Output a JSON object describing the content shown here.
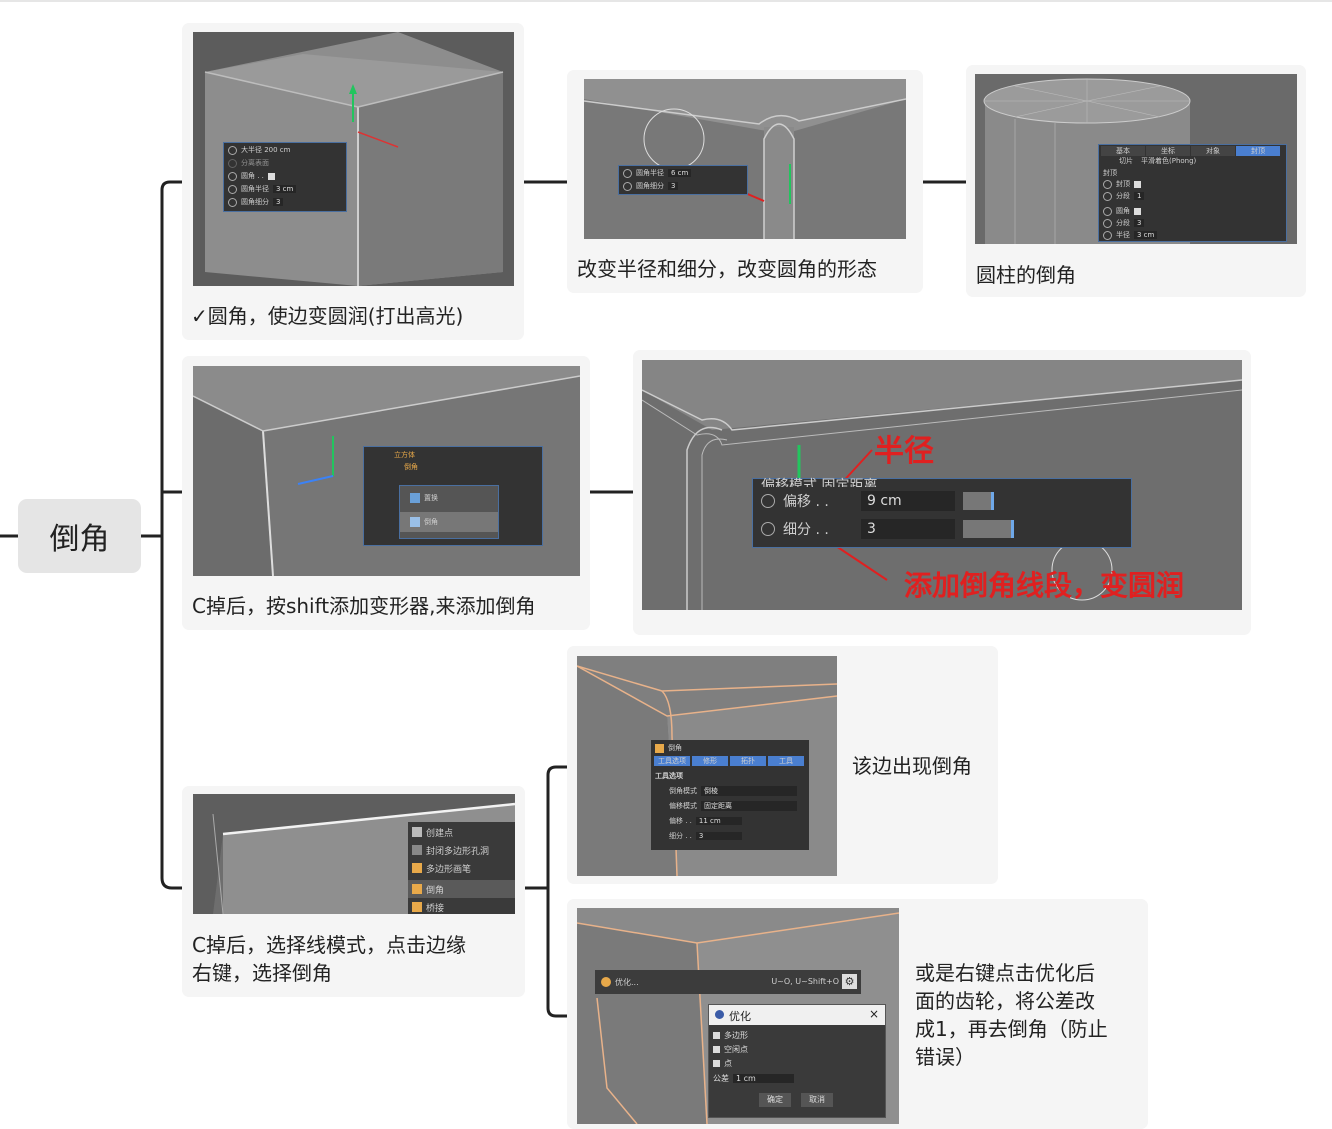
{
  "root": {
    "label": "倒角"
  },
  "cards": {
    "c1": {
      "caption": "✓圆角，使边变圆润(打出高光)",
      "panel": {
        "row0": "大半径 200 cm",
        "row1": "分离表面",
        "row2": "圆角 . .",
        "row3_label": "圆角半径",
        "row3_val": "3 cm",
        "row4_label": "圆角细分",
        "row4_val": "3"
      }
    },
    "c2": {
      "caption": "改变半径和细分，改变圆角的形态",
      "panel": {
        "row1_label": "圆角半径",
        "row1_val": "6 cm",
        "row2_label": "圆角细分",
        "row2_val": "3"
      }
    },
    "c3": {
      "caption": "圆柱的倒角",
      "panel": {
        "tabs": [
          "基本",
          "坐标",
          "对象",
          "封顶"
        ],
        "tabs2": [
          "切片",
          "平滑着色(Phong)"
        ],
        "section": "封顶",
        "r1": "封顶",
        "r2_label": "分段",
        "r2_val": "1",
        "r3": "圆角",
        "r4_label": "分段",
        "r4_val": "3",
        "r5_label": "半径",
        "r5_val": "3 cm"
      }
    },
    "c4": {
      "caption": "C掉后，按shift添加变形器,来添加倒角",
      "panel": {
        "obj1": "立方体",
        "obj2": "倒角",
        "menu1": "置换",
        "menu2": "倒角"
      }
    },
    "c5": {
      "panel": {
        "row0": "偏移模式  固定距离",
        "row1_label": "偏移 . .",
        "row1_val": "9 cm",
        "row2_label": "细分 . .",
        "row2_val": "3"
      },
      "annot1": "半径",
      "annot2": "添加倒角线段，变圆润"
    },
    "c6": {
      "caption": "C掉后，选择线模式，点击边缘\n右键，选择倒角",
      "menu": [
        "创建点",
        "封闭多边形孔洞",
        "多边形画笔",
        "倒角",
        "桥接"
      ]
    },
    "c7": {
      "caption": "该边出现倒角",
      "panel": {
        "title": "倒角",
        "tabs": [
          "工具选项",
          "修形",
          "拓扑",
          "工具"
        ],
        "section": "工具选项",
        "r1_label": "倒角模式",
        "r1_val": "倒棱",
        "r2_label": "偏移模式",
        "r2_val": "固定距离",
        "r3_label": "偏移 . .",
        "r3_val": "11 cm",
        "r4_label": "细分 . .",
        "r4_val": "3"
      }
    },
    "c8": {
      "caption": "或是右键点击优化后\n面的齿轮，将公差改\n成1，再去倒角（防止\n错误）",
      "menu_item": "优化...",
      "shortcut": "U~O, U~Shift+O",
      "dialog": {
        "title": "优化",
        "c1": "多边形",
        "c2": "空闲点",
        "c3": "点",
        "tol_label": "公差",
        "tol_val": "1 cm",
        "ok": "确定",
        "cancel": "取消"
      }
    }
  },
  "colors": {
    "card_bg": "#f5f5f5",
    "root_bg": "#e5e5e5",
    "connector": "#222222",
    "annotation_red": "#e02020",
    "panel_border": "#4a6fa0",
    "edge_orange": "#e8b28a"
  }
}
